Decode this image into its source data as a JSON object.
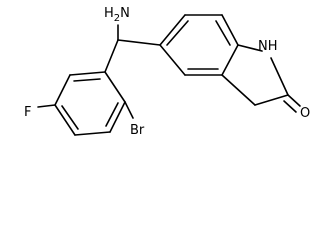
{
  "molecule": {
    "labels": {
      "nh2": "NH2",
      "nh2_main": "H",
      "nh2_sub": "2",
      "nh2_n": "N",
      "nh": "NH",
      "o": "O",
      "f": "F",
      "br": "Br"
    }
  }
}
